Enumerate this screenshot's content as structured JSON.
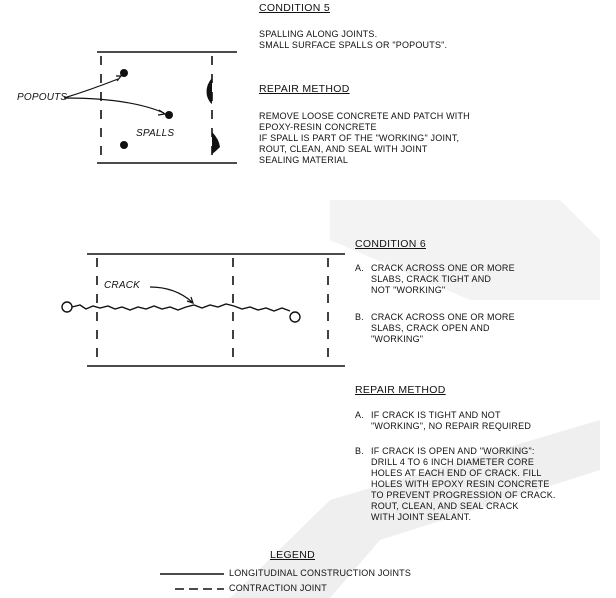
{
  "condition5": {
    "heading": "CONDITION 5",
    "description": [
      "SPALLING ALONG JOINTS.",
      "SMALL SURFACE SPALLS OR \"POPOUTS\"."
    ],
    "repair_heading": "REPAIR METHOD",
    "repair_text": [
      "REMOVE LOOSE CONCRETE AND PATCH WITH",
      "EPOXY-RESIN CONCRETE",
      "IF SPALL IS PART OF THE \"WORKING\" JOINT,",
      "ROUT, CLEAN, AND SEAL WITH JOINT",
      "SEALING MATERIAL"
    ],
    "label_popouts": "POPOUTS",
    "label_spalls": "SPALLS"
  },
  "condition6": {
    "heading": "CONDITION 6",
    "items": [
      {
        "mark": "a.",
        "lines": [
          "CRACK ACROSS ONE OR MORE",
          "SLABS, CRACK TIGHT AND",
          "NOT \"WORKING\""
        ]
      },
      {
        "mark": "b.",
        "lines": [
          "CRACK ACROSS ONE OR MORE",
          "SLABS, CRACK OPEN AND",
          "\"WORKING\""
        ]
      }
    ],
    "repair_heading": "REPAIR METHOD",
    "repair_items": [
      {
        "mark": "a.",
        "lines": [
          "IF CRACK IS TIGHT AND NOT",
          "\"WORKING\", NO REPAIR REQUIRED"
        ]
      },
      {
        "mark": "b.",
        "lines": [
          "IF CRACK IS OPEN AND \"WORKING\":",
          "DRILL 4 TO 6 INCH DIAMETER CORE",
          "HOLES AT EACH END OF CRACK. FILL",
          "HOLES WITH EPOXY RESIN CONCRETE",
          "TO PREVENT PROGRESSION OF CRACK.",
          "ROUT, CLEAN, AND SEAL CRACK",
          "WITH JOINT SEALANT."
        ]
      }
    ],
    "label_crack": "CRACK"
  },
  "legend": {
    "heading": "LEGEND",
    "items": [
      {
        "style": "solid",
        "label": "LONGITUDINAL CONSTRUCTION JOINTS"
      },
      {
        "style": "dashed",
        "label": "CONTRACTION JOINT"
      }
    ]
  },
  "colors": {
    "ink": "#111111",
    "watermark": "#ececec"
  }
}
